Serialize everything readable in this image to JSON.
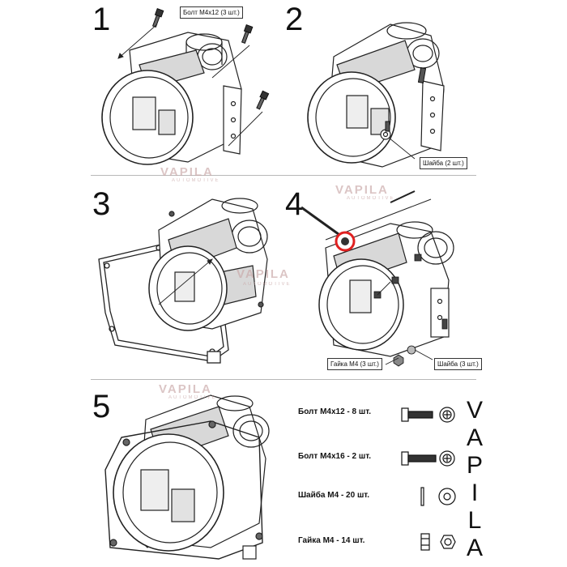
{
  "steps": [
    "1",
    "2",
    "3",
    "4",
    "5"
  ],
  "callouts": {
    "bolt_m4x12": "Болт М4х12 (3 шт.)",
    "washer_2": "Шайба (2 шт.)",
    "nut_m4_3": "Гайка М4 (3 шт.)",
    "washer_3": "Шайба (3 шт.)"
  },
  "watermark": {
    "brand": "VAPILA",
    "sub": "AUTOMOTIVE"
  },
  "parts_list": [
    {
      "label": "Болт М4х12 - 8 шт.",
      "icon": "bolt-long-icon"
    },
    {
      "label": "Болт М4х16 - 2 шт.",
      "icon": "bolt-longer-icon"
    },
    {
      "label": "Шайба М4 - 20 шт.",
      "icon": "washer-icon"
    },
    {
      "label": "Гайка М4 - 14 шт.",
      "icon": "nut-icon"
    }
  ],
  "vertical_brand": [
    "V",
    "A",
    "P",
    "I",
    "L",
    "A"
  ],
  "colors": {
    "line": "#222222",
    "grey_fill": "#d8d8d8",
    "accent_red": "#e02020",
    "watermark": "#c9a7a7"
  }
}
